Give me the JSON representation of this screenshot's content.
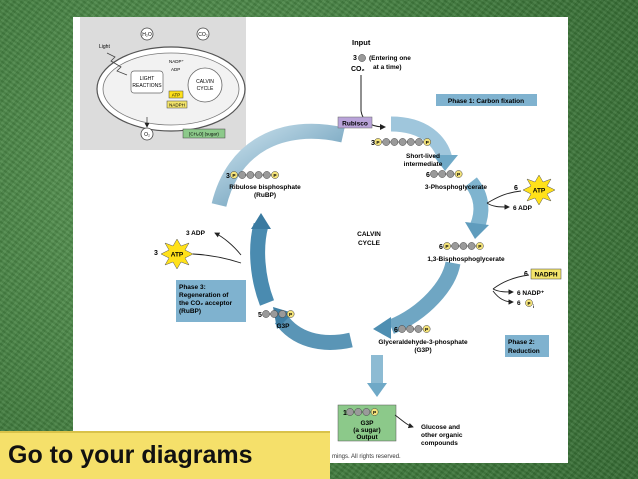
{
  "caption": {
    "text": "Go to your diagrams"
  },
  "copyright_fragment": "mings. All rights reserved.",
  "thumbnail": {
    "h2o": "H₂O",
    "co2": "CO₂",
    "light": "Light",
    "nadp": "NADP⁺",
    "adp": "ADP",
    "light_reactions_1": "LIGHT",
    "light_reactions_2": "REACTIONS",
    "atp": "ATP",
    "nadph": "NADPH",
    "calvin_1": "CALVIN",
    "calvin_2": "CYCLE",
    "o2": "O₂",
    "sugar": "[CH₂O] (sugar)"
  },
  "input": {
    "title": "Input",
    "count": "3",
    "co2": "CO₂",
    "note_1": "(Entering one",
    "note_2": "at a time)"
  },
  "phase1": {
    "label": "Phase 1: Carbon fixation"
  },
  "phase2": {
    "line1": "Phase 2:",
    "line2": "Reduction"
  },
  "phase3": {
    "line1": "Phase 3:",
    "line2": "Regeneration of",
    "line3": "the CO₂ acceptor",
    "line4": "(RuBP)"
  },
  "rubisco": "Rubisco",
  "center": {
    "line1": "CALVIN",
    "line2": "CYCLE"
  },
  "short_lived": {
    "count": "3",
    "line1": "Short-lived",
    "line2": "intermediate"
  },
  "pga": {
    "count": "6",
    "name": "3-Phosphoglycerate"
  },
  "bpg": {
    "count": "6",
    "name": "1,3-Bisphosphoglycerate"
  },
  "g3p_main": {
    "count": "6",
    "line1": "Glyceraldehyde-3-phosphate",
    "line2": "(G3P)"
  },
  "g3p_5": {
    "count": "5",
    "name": "G3P"
  },
  "rubp": {
    "count": "3",
    "line1": "Ribulose bisphosphate",
    "line2": "(RuBP)"
  },
  "atp_in": {
    "count": "6",
    "name": "ATP"
  },
  "adp_out": {
    "text": "6 ADP"
  },
  "nadph_in": {
    "count": "6",
    "name": "NADPH"
  },
  "nadp_out": {
    "text": "6 NADP⁺"
  },
  "pi_out": {
    "count": "6",
    "p": "P",
    "sub": "i"
  },
  "regen_atp": {
    "count": "3",
    "name": "ATP"
  },
  "regen_adp": {
    "text": "3 ADP"
  },
  "output": {
    "count": "1",
    "line1": "G3P",
    "line2": "(a sugar)",
    "line3": "Output",
    "dest_1": "Glucose and",
    "dest_2": "other organic",
    "dest_3": "compounds"
  },
  "phosphate_letter": "P",
  "colors": {
    "arrow_blue": "#6fa9c7",
    "phase_box": "#7fb2cf",
    "atp_yellow": "#ffe11a",
    "nadph_yellow": "#f3e46a",
    "output_green": "#8cc98a",
    "rubisco_box": "#b9a3d9",
    "bead": "#9a9a9a",
    "phosphate": "#f4e37a"
  }
}
